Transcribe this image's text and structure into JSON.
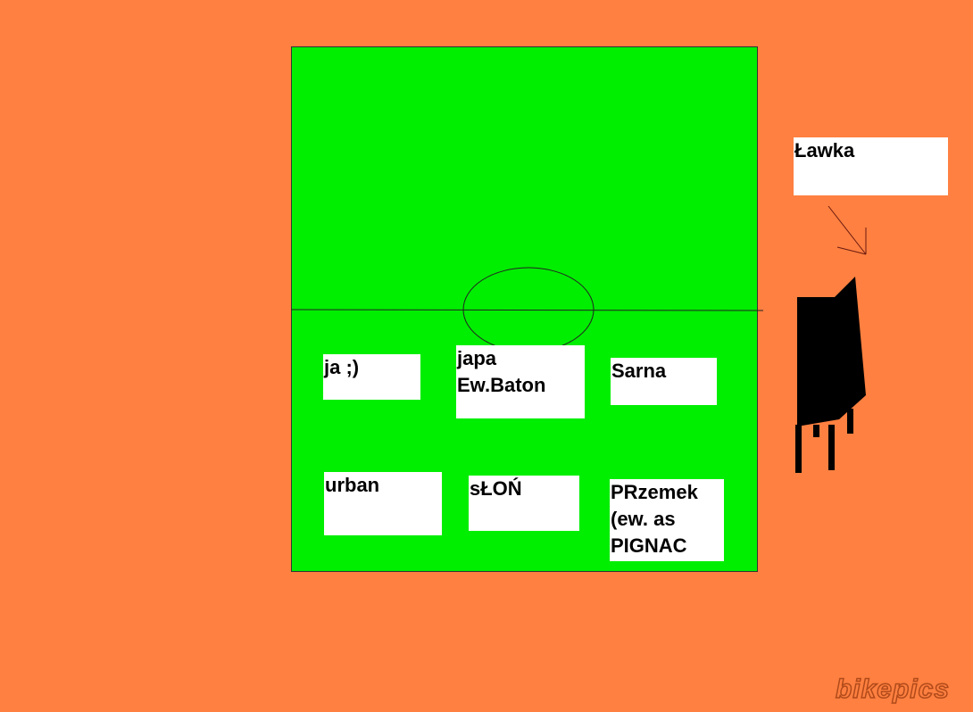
{
  "players": [
    {
      "label": "ja ;)"
    },
    {
      "label": "japa\nEw.Baton"
    },
    {
      "label": "Sarna"
    },
    {
      "label": "urban"
    },
    {
      "label": "sŁOŃ"
    },
    {
      "label": "PRzemek\n(ew. as\nPIGNAC"
    }
  ],
  "bench": {
    "label": "Ławka"
  },
  "watermark": "bikepics",
  "colors": {
    "background": "#ff8040",
    "field": "#00ee00",
    "bench": "#000000"
  }
}
